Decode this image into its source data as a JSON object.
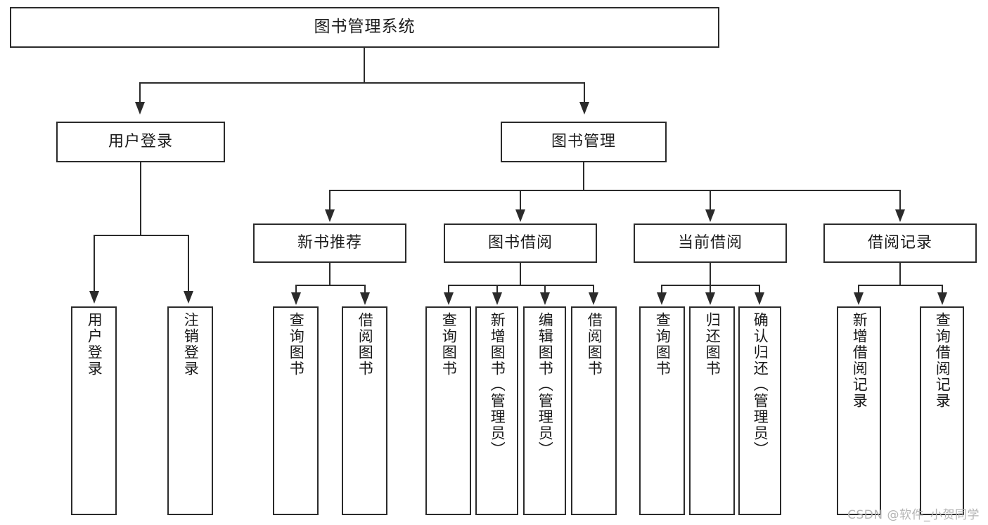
{
  "diagram": {
    "type": "tree-hierarchy-chart",
    "title": "图书管理系统",
    "levels": [
      {
        "level": 1,
        "nodes": [
          {
            "id": "root",
            "label": "图书管理系统",
            "orientation": "horizontal"
          }
        ]
      },
      {
        "level": 2,
        "nodes": [
          {
            "id": "user-login",
            "label": "用户登录",
            "orientation": "horizontal",
            "parent": "root"
          },
          {
            "id": "book-manage",
            "label": "图书管理",
            "orientation": "horizontal",
            "parent": "root"
          }
        ]
      },
      {
        "level": 3,
        "nodes": [
          {
            "id": "new-book-rec",
            "label": "新书推荐",
            "orientation": "horizontal",
            "parent": "book-manage"
          },
          {
            "id": "book-borrow",
            "label": "图书借阅",
            "orientation": "horizontal",
            "parent": "book-manage"
          },
          {
            "id": "current-borrow",
            "label": "当前借阅",
            "orientation": "horizontal",
            "parent": "book-manage"
          },
          {
            "id": "borrow-record",
            "label": "借阅记录",
            "orientation": "horizontal",
            "parent": "book-manage"
          }
        ]
      },
      {
        "level": 4,
        "nodes": [
          {
            "id": "leaf-user-login",
            "label": "用户登录",
            "orientation": "vertical",
            "parent": "user-login"
          },
          {
            "id": "leaf-logout",
            "label": "注销登录",
            "orientation": "vertical",
            "parent": "user-login"
          },
          {
            "id": "leaf-query-book-1",
            "label": "查询图书",
            "orientation": "vertical",
            "parent": "new-book-rec"
          },
          {
            "id": "leaf-borrow-book-1",
            "label": "借阅图书",
            "orientation": "vertical",
            "parent": "new-book-rec"
          },
          {
            "id": "leaf-query-book-2",
            "label": "查询图书",
            "orientation": "vertical",
            "parent": "book-borrow"
          },
          {
            "id": "leaf-add-book",
            "label": "新增图书（管理员）",
            "orientation": "vertical",
            "parent": "book-borrow"
          },
          {
            "id": "leaf-edit-book",
            "label": "编辑图书（管理员）",
            "orientation": "vertical",
            "parent": "book-borrow"
          },
          {
            "id": "leaf-borrow-book-2",
            "label": "借阅图书",
            "orientation": "vertical",
            "parent": "book-borrow"
          },
          {
            "id": "leaf-query-book-3",
            "label": "查询图书",
            "orientation": "vertical",
            "parent": "current-borrow"
          },
          {
            "id": "leaf-return-book",
            "label": "归还图书",
            "orientation": "vertical",
            "parent": "current-borrow"
          },
          {
            "id": "leaf-confirm-return",
            "label": "确认归还（管理员）",
            "orientation": "vertical",
            "parent": "current-borrow"
          },
          {
            "id": "leaf-add-record",
            "label": "新增借阅记录",
            "orientation": "vertical",
            "parent": "borrow-record"
          },
          {
            "id": "leaf-query-record",
            "label": "查询借阅记录",
            "orientation": "vertical",
            "parent": "borrow-record"
          }
        ]
      }
    ]
  },
  "watermark": {
    "text": "CSDN @软件_小贺同学"
  },
  "colors": {
    "stroke": "#2b2b2b",
    "background": "#ffffff",
    "text": "#1a1a1a",
    "watermark": "#b4b4b4"
  }
}
